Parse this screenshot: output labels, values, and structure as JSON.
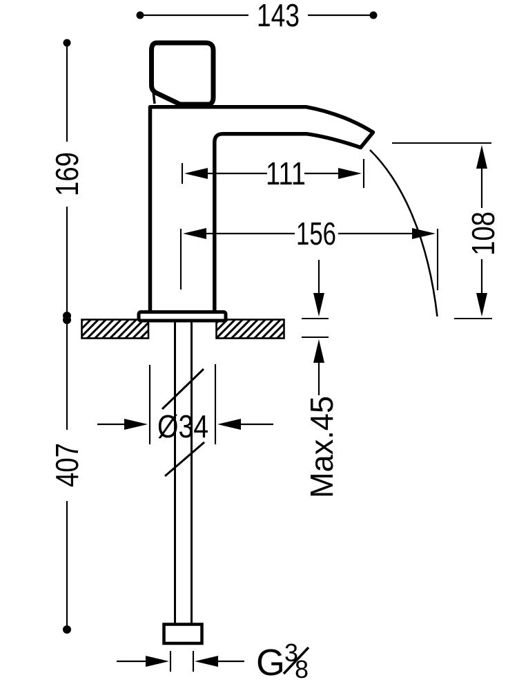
{
  "drawing": {
    "type": "faucet-installation-technical-drawing",
    "colors": {
      "line": "#000000",
      "background": "#ffffff"
    },
    "labels": {
      "overall_depth": "143",
      "height_above_counter": "169",
      "spout_reach": "111",
      "stream_reach": "156",
      "outlet_height": "108",
      "below_counter_length": "407",
      "base_diameter": "Ø34",
      "max_mounting_thickness": "Max.45",
      "thread_prefix": "G",
      "thread_numerator": "3",
      "thread_denominator": "8"
    }
  }
}
